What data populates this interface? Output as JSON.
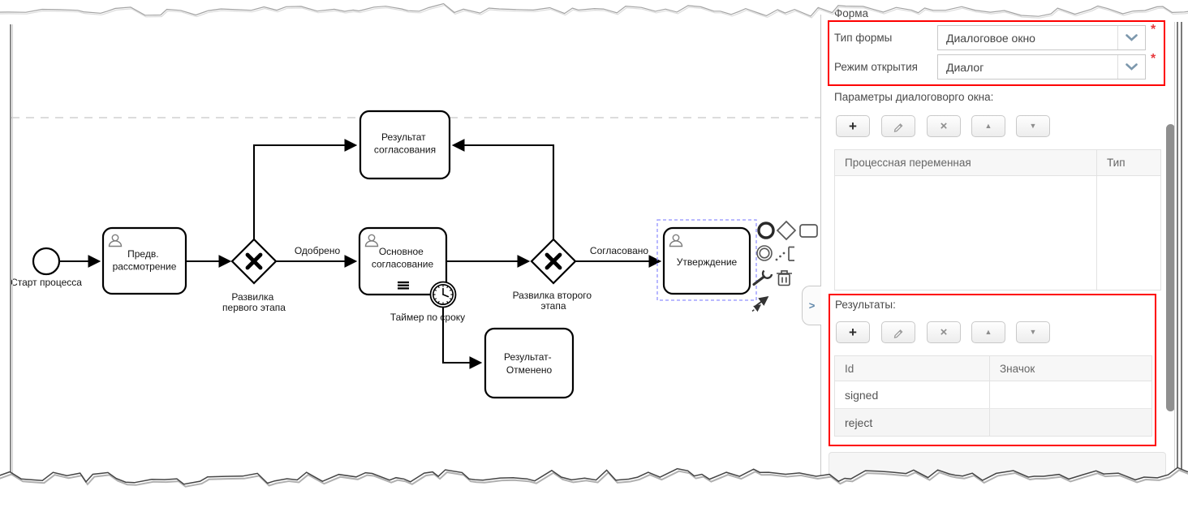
{
  "diagram": {
    "start_event": {
      "label": "Старт процесса"
    },
    "tasks": {
      "prelim": {
        "line1": "Предв.",
        "line2": "рассмотрение"
      },
      "result_approval": {
        "line1": "Результат",
        "line2": "согласования"
      },
      "main_approval": {
        "line1": "Основное",
        "line2": "согласование"
      },
      "approval": {
        "label": "Утверждение"
      },
      "result_cancel": {
        "line1": "Результат-",
        "line2": "Отменено"
      }
    },
    "gateways": {
      "first": {
        "line1": "Развилка",
        "line2": "первого этапа"
      },
      "second": {
        "line1": "Развилка второго",
        "line2": "этапа"
      }
    },
    "flow_labels": {
      "approved": "Одобрено",
      "agreed": "Согласовано"
    },
    "timer_label": "Таймер по сроку",
    "context_pad_icons": [
      "append-end-event",
      "append-gateway",
      "append-task",
      "append-intermediate-event",
      "append-text-annotation",
      "wrench-change-type",
      "trash-delete",
      "connect-arrow"
    ]
  },
  "panel": {
    "collapse_chevron": ">",
    "form": {
      "title": "Форма",
      "required_marker": "*",
      "fields": [
        {
          "label": "Тип формы",
          "value": "Диалоговое окно"
        },
        {
          "label": "Режим открытия",
          "value": "Диалог"
        }
      ]
    },
    "params": {
      "title": "Параметры диалоговорго окна:",
      "table": {
        "col1": "Процессная переменная",
        "col2": "Тип",
        "rows": []
      }
    },
    "results": {
      "title": "Результаты:",
      "table": {
        "col1": "Id",
        "col2": "Значок",
        "rows": [
          {
            "id": "signed",
            "icon": ""
          },
          {
            "id": "reject",
            "icon": ""
          }
        ]
      }
    },
    "toolbar": {
      "add": "+",
      "delete": "×",
      "up": "▲",
      "down": "▼"
    }
  },
  "colors": {
    "annotation_box": "#fe0000",
    "required": "#e8393d",
    "select_chevron": "#7d98ad",
    "selection_dash": "#9191ff"
  }
}
